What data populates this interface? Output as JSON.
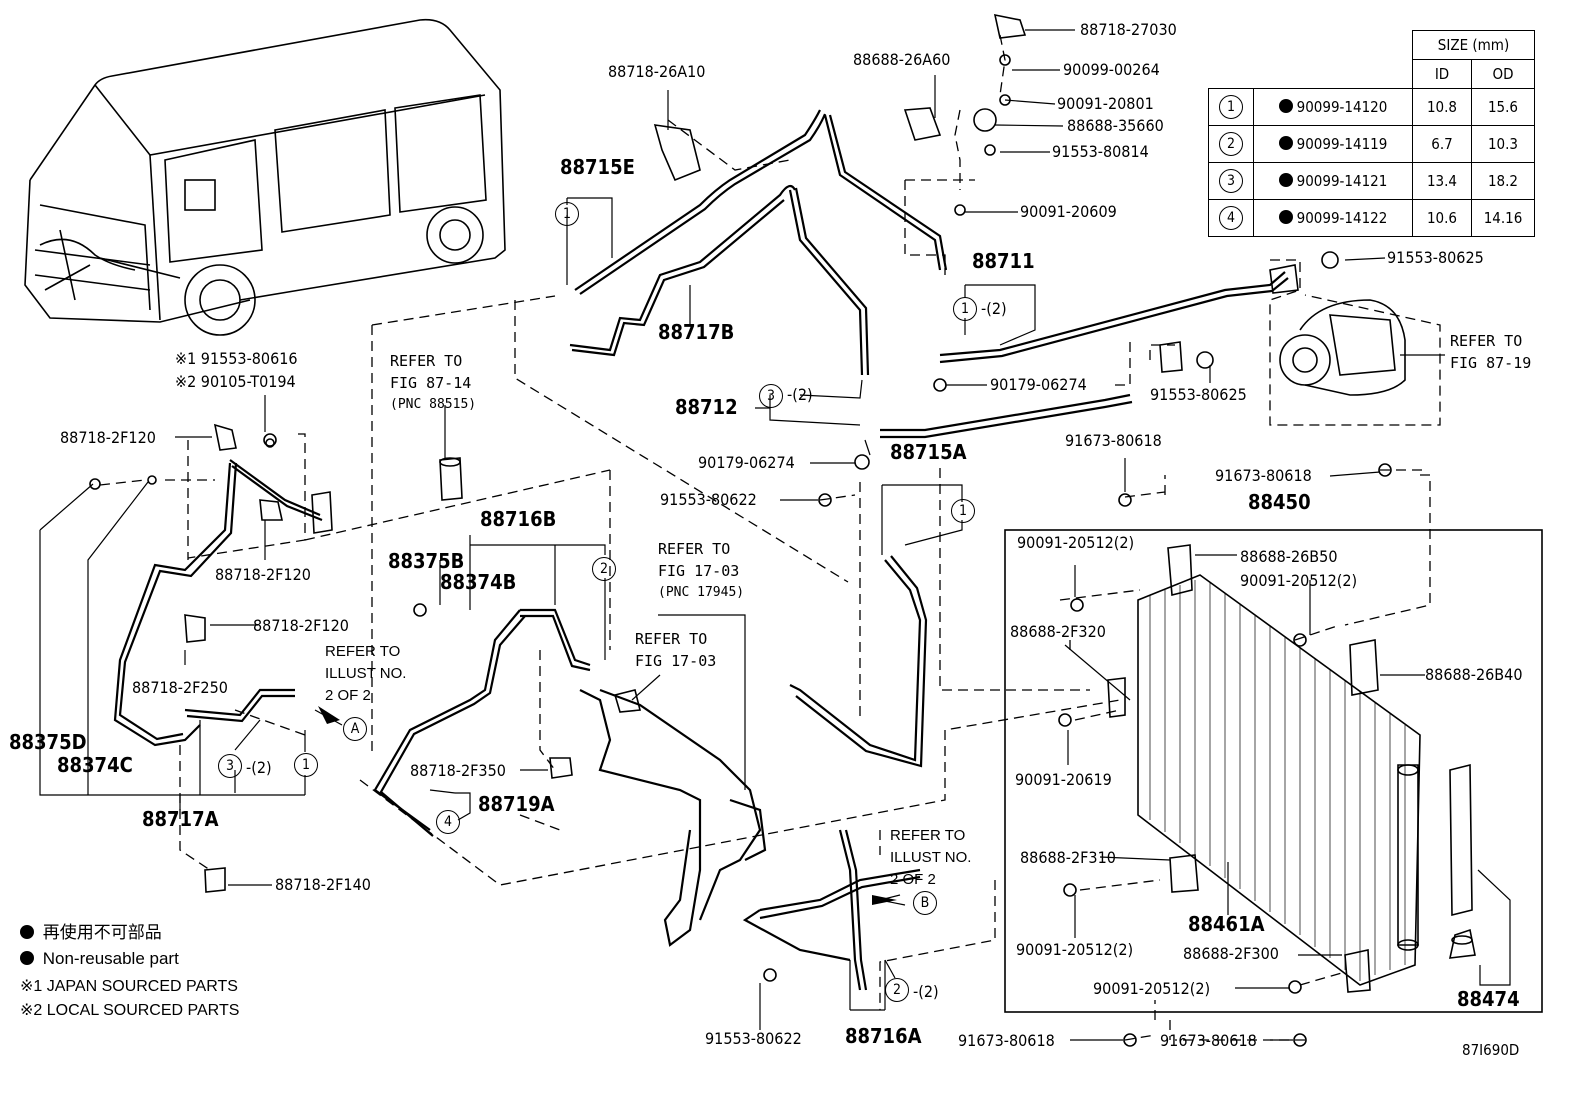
{
  "size_table": {
    "title": "SIZE (mm)",
    "col_id": "ID",
    "col_od": "OD",
    "rows": [
      {
        "no": "1",
        "part": "90099-14120",
        "id": "10.8",
        "od": "15.6"
      },
      {
        "no": "2",
        "part": "90099-14119",
        "id": "6.7",
        "od": "10.3"
      },
      {
        "no": "3",
        "part": "90099-14121",
        "id": "13.4",
        "od": "18.2"
      },
      {
        "no": "4",
        "part": "90099-14122",
        "id": "10.6",
        "od": "14.16"
      }
    ]
  },
  "labels": {
    "p88718_27030": "88718-27030",
    "p88688_26A60": "88688-26A60",
    "p90099_00264": "90099-00264",
    "p90091_20801": "90091-20801",
    "p88688_35660": "88688-35660",
    "p91553_80814": "91553-80814",
    "p90091_20609": "90091-20609",
    "p88718_26A10": "88718-26A10",
    "p88715E": "88715E",
    "p88717B": "88717B",
    "p88711": "88711",
    "p91553_80625a": "91553-80625",
    "p91553_80625b": "91553-80625",
    "p90179_06274a": "90179-06274",
    "p90179_06274b": "90179-06274",
    "p88712": "88712",
    "p88715A": "88715A",
    "p91553_80622a": "91553-80622",
    "p91553_80622b": "91553-80622",
    "p91673_80618a": "91673-80618",
    "p91673_80618b": "91673-80618",
    "p91673_80618c": "91673-80618",
    "p91673_80618d": "91673-80618",
    "p88450": "88450",
    "p90091_20512a": "90091-20512(2)",
    "p90091_20512b": "90091-20512(2)",
    "p90091_20512c": "90091-20512(2)",
    "p90091_20512d": "90091-20512(2)",
    "p88688_26B50": "88688-26B50",
    "p88688_2F320": "88688-2F320",
    "p88688_26B40": "88688-26B40",
    "p90091_20619": "90091-20619",
    "p88688_2F310": "88688-2F310",
    "p88461A": "88461A",
    "p88688_2F300": "88688-2F300",
    "p88474": "88474",
    "p88716A": "88716A",
    "p88716B": "88716B",
    "p88375B": "88375B",
    "p88374B": "88374B",
    "p88718_2F350": "88718-2F350",
    "p88719A": "88719A",
    "p88718_2F120a": "88718-2F120",
    "p88718_2F120b": "88718-2F120",
    "p88718_2F120c": "88718-2F120",
    "p88718_2F250": "88718-2F250",
    "p88718_2F140": "88718-2F140",
    "p88375D": "88375D",
    "p88374C": "88374C",
    "p88717A": "88717A",
    "p91553_80616": "※1 91553-80616",
    "p90105_T0194": "※2 90105-T0194",
    "q3_2a": "-(2)",
    "q3_2b": "-(2)",
    "q1_2": "-(2)",
    "q2_2": "-(2)",
    "diagram_id": "87I690D"
  },
  "circles": {
    "c1a": "1",
    "c1b": "1",
    "c1c": "1",
    "c1d": "1",
    "c2a": "2",
    "c2b": "2",
    "c3a": "3",
    "c3b": "3",
    "c4a": "4",
    "cA": "A",
    "cB": "B"
  },
  "refs": {
    "r87_14": [
      "REFER TO",
      "FIG 87-14",
      "(PNC 88515)"
    ],
    "r17_03a": [
      "REFER TO",
      "FIG 17-03",
      "(PNC 17945)"
    ],
    "r17_03b": [
      "REFER TO",
      "FIG 17-03"
    ],
    "r87_19": [
      "REFER TO",
      "FIG 87-19"
    ],
    "illustA": [
      "REFER TO",
      "ILLUST NO.",
      "2 OF 2"
    ],
    "illustB": [
      "REFER TO",
      "ILLUST NO.",
      "2 OF 2"
    ]
  },
  "legend": {
    "jp": "再使用不可部品",
    "non_reusable": "Non-reusable part",
    "japan": "※1 JAPAN SOURCED PARTS",
    "local": "※2 LOCAL SOURCED PARTS"
  }
}
